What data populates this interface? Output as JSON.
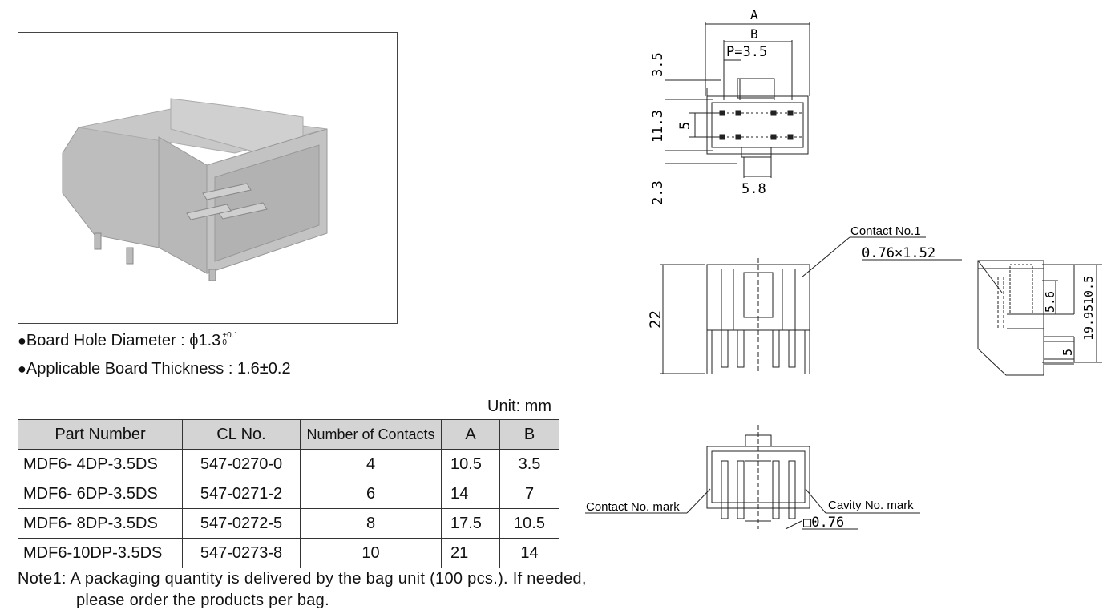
{
  "specs": {
    "hole_label": "Board Hole Diameter : ",
    "hole_value": "ϕ1.3",
    "hole_tol_upper": "+0.1",
    "hole_tol_lower": "0",
    "thickness_label": "Applicable Board Thickness : ",
    "thickness_value": "1.6±0.2",
    "bullet": "●"
  },
  "unit": "Unit: mm",
  "table": {
    "headers": [
      "Part Number",
      "CL No.",
      "Number of Contacts",
      "A",
      "B"
    ],
    "rows": [
      [
        "MDF6-  4DP-3.5DS",
        "547-0270-0",
        "4",
        "10.5",
        "3.5"
      ],
      [
        "MDF6-  6DP-3.5DS",
        "547-0271-2",
        "6",
        "14",
        "7"
      ],
      [
        "MDF6-  8DP-3.5DS",
        "547-0272-5",
        "8",
        "17.5",
        "10.5"
      ],
      [
        "MDF6-10DP-3.5DS",
        "547-0273-8",
        "10",
        "21",
        "14"
      ]
    ]
  },
  "notes": {
    "line1": "Note1: A packaging quantity is delivered by the bag unit (100 pcs.). If needed,",
    "line2": "please order the products per bag."
  },
  "drawing": {
    "dim_A": "A",
    "dim_B": "B",
    "pitch": "P=3.5",
    "dim_3_5": "3.5",
    "dim_11_3": "11.3",
    "dim_5": "5",
    "dim_2_3": "2.3",
    "dim_5_8": "5.8",
    "contact_no1": "Contact No.1",
    "pin_size": "0.76×1.52",
    "dim_22": "22",
    "dim_10_5": "10.5",
    "dim_5_6": "5.6",
    "dim_19_95": "19.95",
    "dim_5b": "5",
    "contact_mark": "Contact No. mark",
    "cavity_mark": "Cavity No. mark",
    "square_pin": "□0.76"
  }
}
